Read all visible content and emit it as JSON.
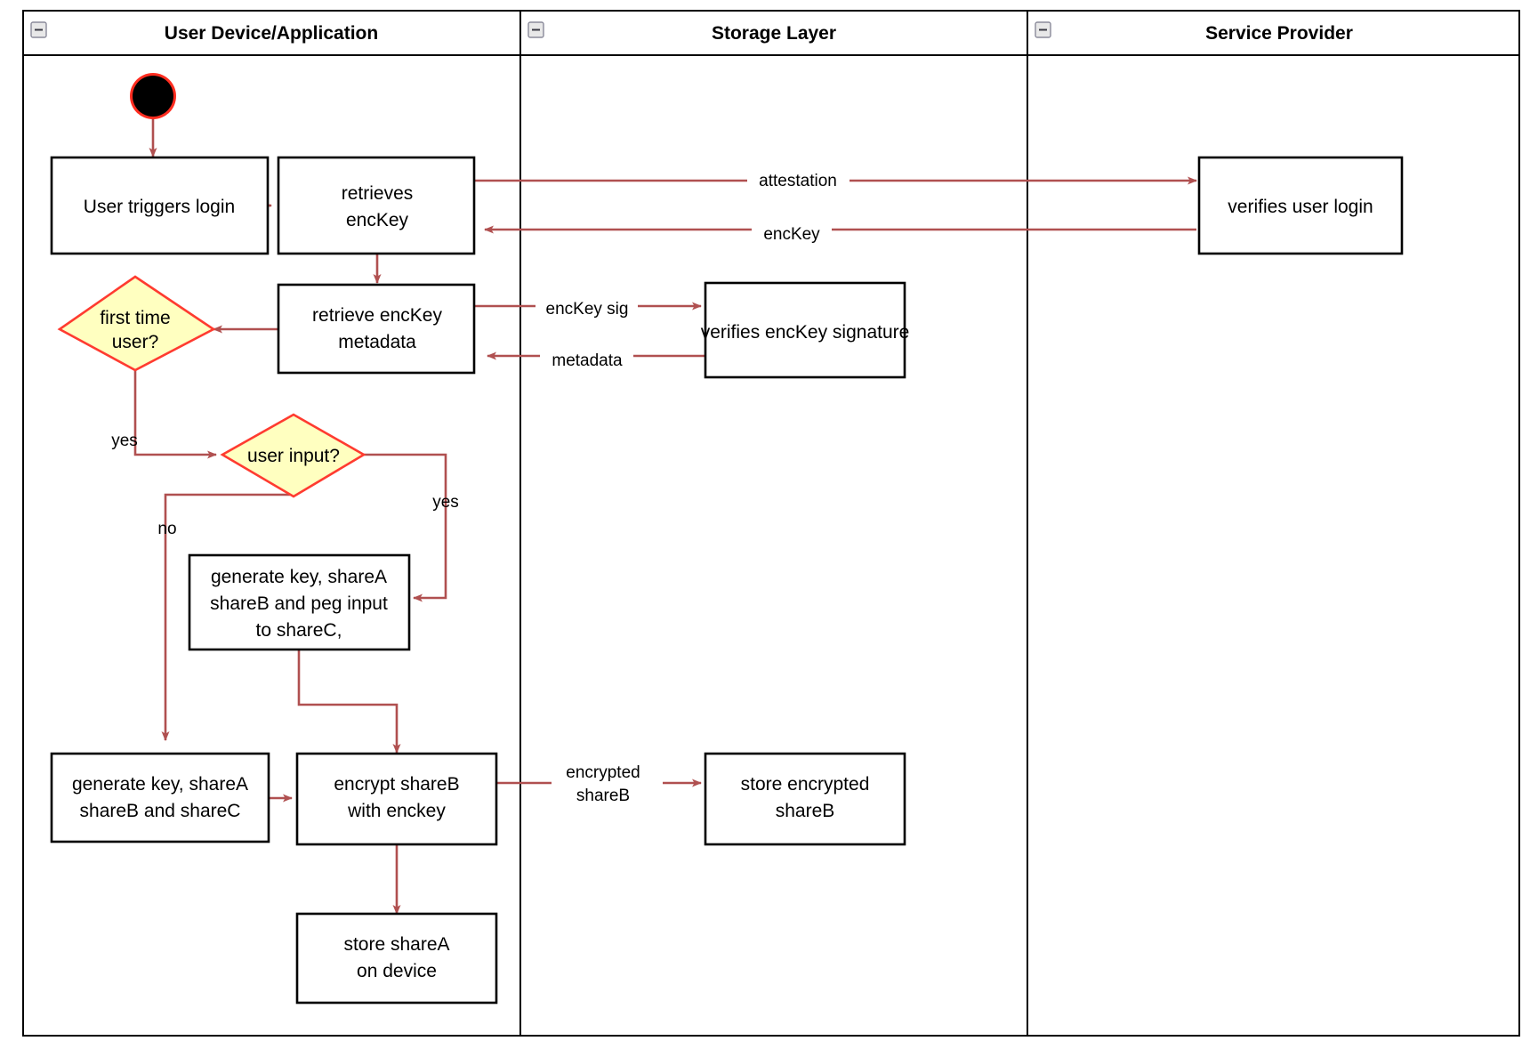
{
  "diagram": {
    "type": "uml-activity-swimlane",
    "title": "User login / key share provisioning activity diagram",
    "colors": {
      "flow_arrow": "#b05050",
      "decision_fill": "#ffffc0",
      "decision_stroke": "#ff3b30",
      "node_stroke": "#000000",
      "node_fill": "#ffffff",
      "start_node_fill": "#000000",
      "start_node_ring": "#ff2d20",
      "lane_border": "#000000"
    },
    "lanes": [
      {
        "id": "lane-user-device",
        "label": "User Device/Application",
        "collapse_icon": "collapse-minus-icon"
      },
      {
        "id": "lane-storage",
        "label": "Storage Layer",
        "collapse_icon": "collapse-minus-icon"
      },
      {
        "id": "lane-service-provider",
        "label": "Service Provider",
        "collapse_icon": "collapse-minus-icon"
      }
    ],
    "nodes": [
      {
        "id": "start",
        "kind": "initial-node",
        "lane": "lane-user-device",
        "label": ""
      },
      {
        "id": "user-triggers-login",
        "kind": "action",
        "lane": "lane-user-device",
        "lines": [
          "User triggers login"
        ]
      },
      {
        "id": "retrieves-enckey",
        "kind": "action",
        "lane": "lane-user-device",
        "lines": [
          "retrieves",
          "encKey"
        ]
      },
      {
        "id": "verifies-user-login",
        "kind": "action",
        "lane": "lane-service-provider",
        "lines": [
          "verifies user login"
        ]
      },
      {
        "id": "retrieve-enckey-metadata",
        "kind": "action",
        "lane": "lane-user-device",
        "lines": [
          "retrieve encKey",
          "metadata"
        ]
      },
      {
        "id": "verifies-enckey-signature",
        "kind": "action",
        "lane": "lane-storage",
        "lines": [
          "verifies encKey signature"
        ]
      },
      {
        "id": "first-time-user",
        "kind": "decision",
        "lane": "lane-user-device",
        "lines": [
          "first time",
          "user?"
        ]
      },
      {
        "id": "user-input",
        "kind": "decision",
        "lane": "lane-user-device",
        "lines": [
          "user input?"
        ]
      },
      {
        "id": "generate-peg-input",
        "kind": "action",
        "lane": "lane-user-device",
        "lines": [
          "generate key, shareA",
          "shareB and peg input",
          "to shareC,"
        ]
      },
      {
        "id": "generate-shares",
        "kind": "action",
        "lane": "lane-user-device",
        "lines": [
          "generate key, shareA",
          "shareB and shareC"
        ]
      },
      {
        "id": "encrypt-shareb",
        "kind": "action",
        "lane": "lane-user-device",
        "lines": [
          "encrypt shareB",
          "with enckey"
        ]
      },
      {
        "id": "store-encrypted-shareb",
        "kind": "action",
        "lane": "lane-storage",
        "lines": [
          "store encrypted",
          "shareB"
        ]
      },
      {
        "id": "store-sharea-on-device",
        "kind": "action",
        "lane": "lane-user-device",
        "lines": [
          "store shareA",
          "on device"
        ]
      }
    ],
    "edges": [
      {
        "id": "e-start-login",
        "from": "start",
        "to": "user-triggers-login",
        "label": ""
      },
      {
        "id": "e-login-retrieves",
        "from": "user-triggers-login",
        "to": "retrieves-enckey",
        "label": ""
      },
      {
        "id": "e-attestation",
        "from": "retrieves-enckey",
        "to": "verifies-user-login",
        "label": "attestation"
      },
      {
        "id": "e-enckey",
        "from": "verifies-user-login",
        "to": "retrieves-enckey",
        "label": "encKey"
      },
      {
        "id": "e-retrieves-metadata",
        "from": "retrieves-enckey",
        "to": "retrieve-enckey-metadata",
        "label": ""
      },
      {
        "id": "e-enckey-sig",
        "from": "retrieve-enckey-metadata",
        "to": "verifies-enckey-signature",
        "label": "encKey sig"
      },
      {
        "id": "e-metadata",
        "from": "verifies-enckey-signature",
        "to": "retrieve-enckey-metadata",
        "label": "metadata"
      },
      {
        "id": "e-metadata-firsttime",
        "from": "retrieve-enckey-metadata",
        "to": "first-time-user",
        "label": ""
      },
      {
        "id": "e-firsttime-yes",
        "from": "first-time-user",
        "to": "user-input",
        "label": "yes"
      },
      {
        "id": "e-userinput-yes",
        "from": "user-input",
        "to": "generate-peg-input",
        "label": "yes"
      },
      {
        "id": "e-userinput-no",
        "from": "user-input",
        "to": "generate-shares",
        "label": "no"
      },
      {
        "id": "e-peg-encrypt",
        "from": "generate-peg-input",
        "to": "encrypt-shareb",
        "label": ""
      },
      {
        "id": "e-shares-encrypt",
        "from": "generate-shares",
        "to": "encrypt-shareb",
        "label": ""
      },
      {
        "id": "e-encrypted-shareb",
        "from": "encrypt-shareb",
        "to": "store-encrypted-shareb",
        "label": "encrypted shareB",
        "label_lines": [
          "encrypted",
          "shareB"
        ]
      },
      {
        "id": "e-encrypt-store-sharea",
        "from": "encrypt-shareb",
        "to": "store-sharea-on-device",
        "label": ""
      }
    ]
  }
}
